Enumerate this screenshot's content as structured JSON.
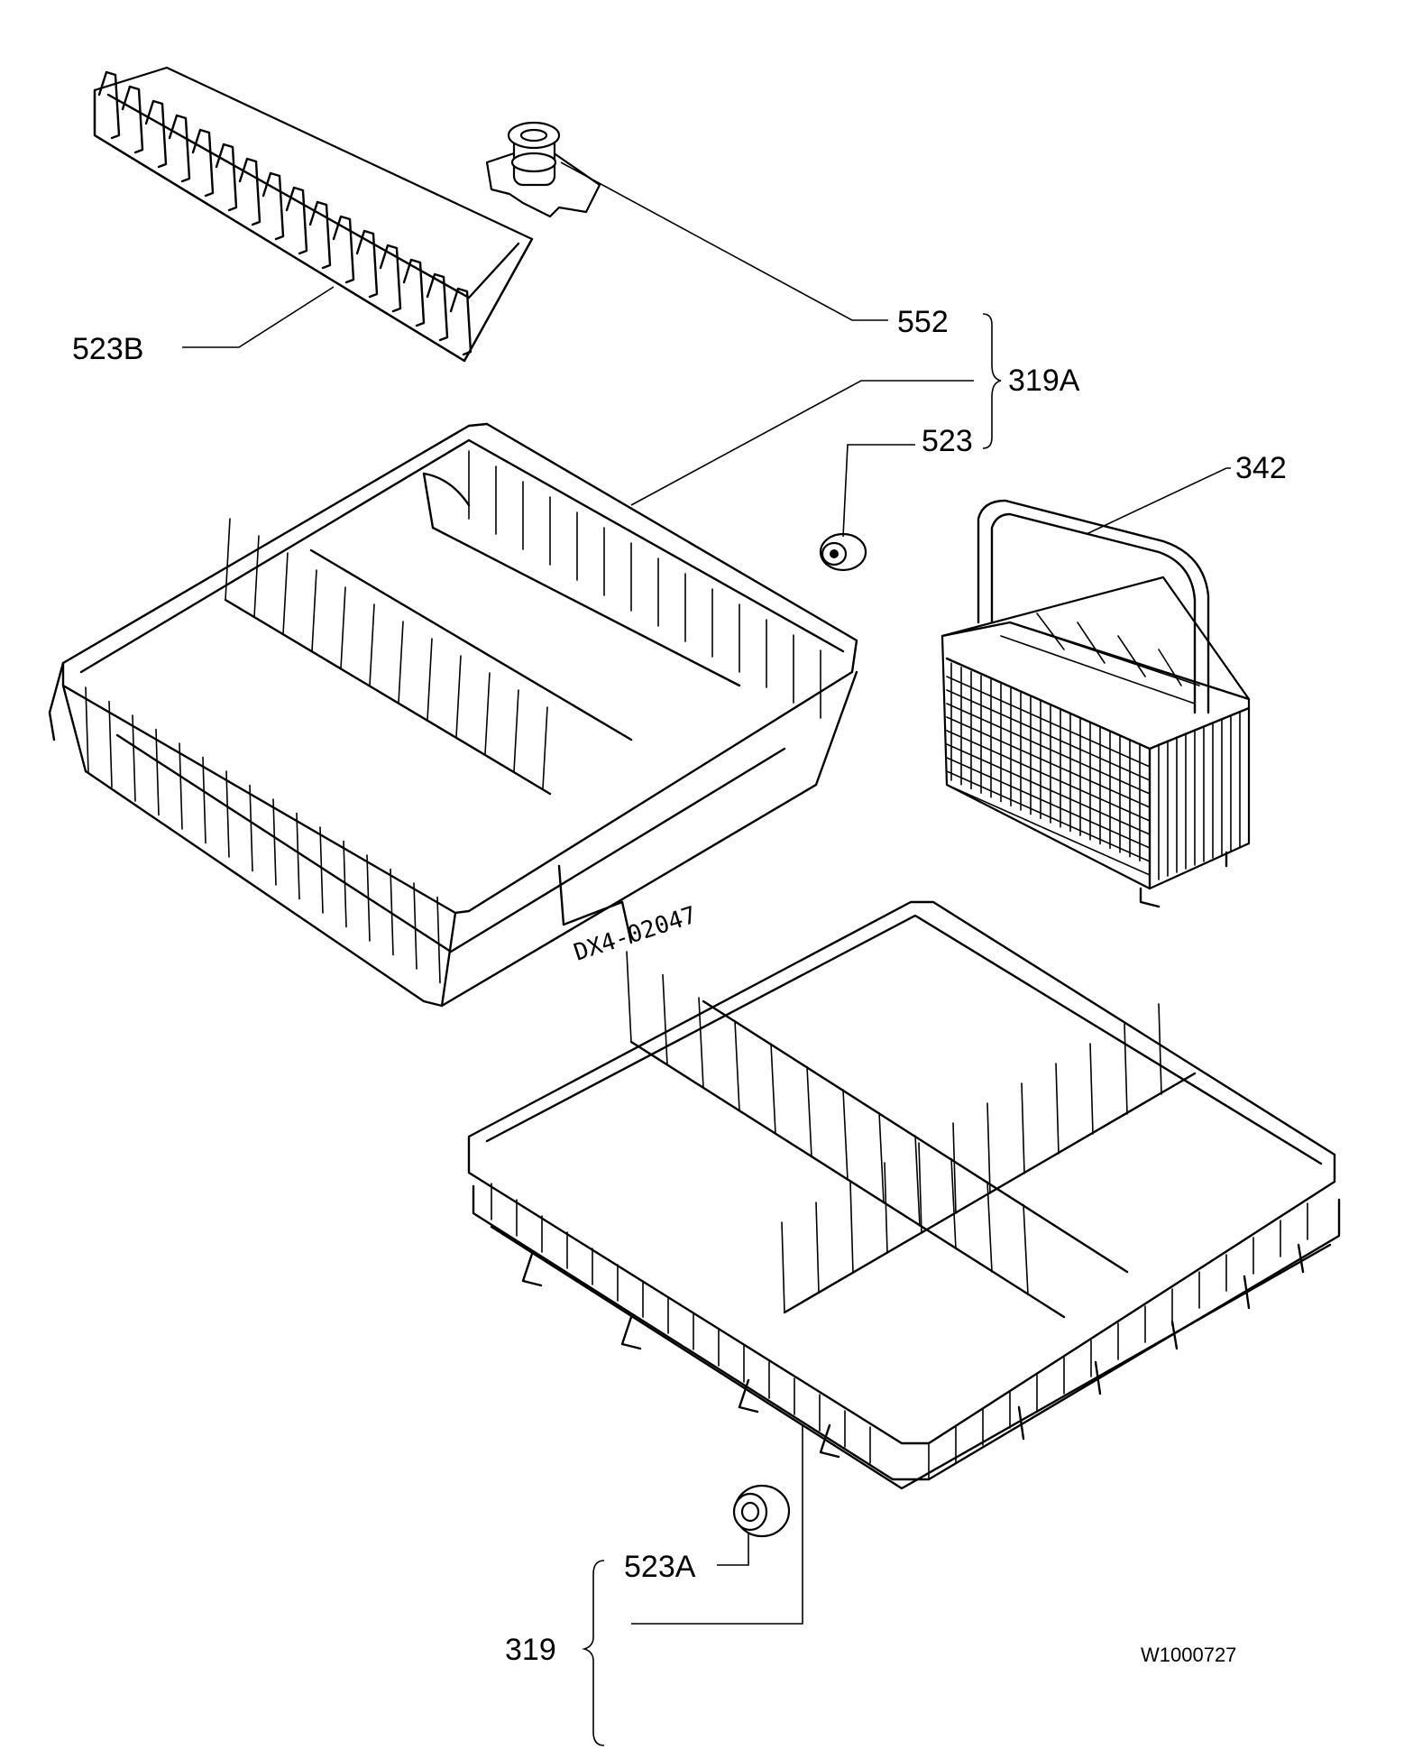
{
  "labels": {
    "p552": "552",
    "p319A": "319A",
    "p523": "523",
    "p523B": "523B",
    "p342": "342",
    "p523A": "523A",
    "p319": "319",
    "handwritten_code": "DX4-02047",
    "drawing_id": "W1000727"
  },
  "parts": [
    {
      "ref": "523B",
      "name": "plate-rack-insert"
    },
    {
      "ref": "552",
      "name": "spray-nozzle-holder"
    },
    {
      "ref": "523",
      "name": "upper-basket-wheel"
    },
    {
      "ref": "342",
      "name": "cutlery-basket"
    },
    {
      "ref": "319A",
      "name": "upper-basket"
    },
    {
      "ref": "319",
      "name": "lower-basket"
    },
    {
      "ref": "523A",
      "name": "lower-basket-wheel"
    }
  ]
}
